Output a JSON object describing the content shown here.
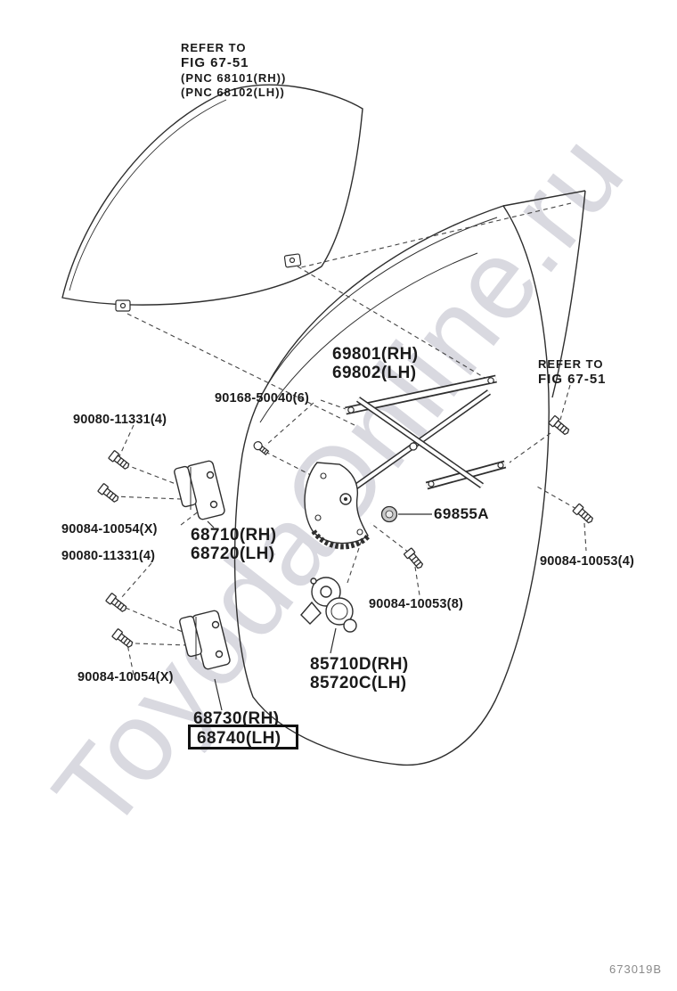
{
  "diagram": {
    "drawing_number": "673019B",
    "watermark": "ToyodaOnline.ru",
    "highlighted_part": "68740(LH)",
    "line_color": "#2e2e2e"
  },
  "notes": {
    "top": {
      "l1": "REFER TO",
      "l2": "FIG 67-51",
      "l3": "(PNC 68101(RH))",
      "l4": "(PNC 68102(LH))"
    },
    "right": {
      "l1": "REFER TO",
      "l2": "FIG 67-51"
    }
  },
  "parts": {
    "regulator_rh": "69801(RH)",
    "regulator_lh": "69802(LH)",
    "screw_regulator": "90168-50040(6)",
    "bolt_hinge_body_upper": "90080-11331(4)",
    "bolt_hinge_door_upper": "90084-10054(X)",
    "hinge_upper_rh": "68710(RH)",
    "hinge_upper_lh": "68720(LH)",
    "bolt_hinge_body_lower": "90080-11331(4)",
    "grommet": "69855A",
    "bolt_door_right": "90084-10053(4)",
    "bolt_regulator_center": "90084-10053(8)",
    "motor_rh": "85710D(RH)",
    "motor_lh": "85720C(LH)",
    "bolt_hinge_door_lower": "90084-10054(X)",
    "hinge_lower_rh": "68730(RH)",
    "hinge_lower_lh": "68740(LH)"
  }
}
